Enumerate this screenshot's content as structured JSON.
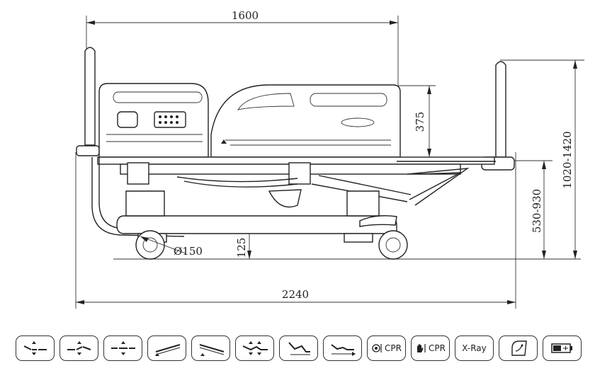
{
  "dimensions": {
    "top_length": "1600",
    "overall_length": "2240",
    "side_rail_height": "375",
    "overall_height": "1020-1420",
    "deck_height": "530-930",
    "ground_clearance": "125",
    "caster_diameter": "Ø150"
  },
  "function_icons": [
    {
      "icon": "backrest-up-icon",
      "label": ""
    },
    {
      "icon": "knee-up-icon",
      "label": ""
    },
    {
      "icon": "bed-height-icon",
      "label": ""
    },
    {
      "icon": "trendelenburg-icon",
      "label": ""
    },
    {
      "icon": "reverse-trendelenburg-icon",
      "label": ""
    },
    {
      "icon": "auto-contour-icon",
      "label": ""
    },
    {
      "icon": "chair-position-icon",
      "label": ""
    },
    {
      "icon": "lateral-tilt-icon",
      "label": ""
    },
    {
      "icon": "electric-cpr-icon",
      "label": "CPR"
    },
    {
      "icon": "manual-cpr-icon",
      "label": "CPR"
    },
    {
      "icon": "x-ray-icon",
      "label": "X-Ray"
    },
    {
      "icon": "nurse-control-icon",
      "label": ""
    },
    {
      "icon": "battery-icon",
      "label": ""
    }
  ]
}
